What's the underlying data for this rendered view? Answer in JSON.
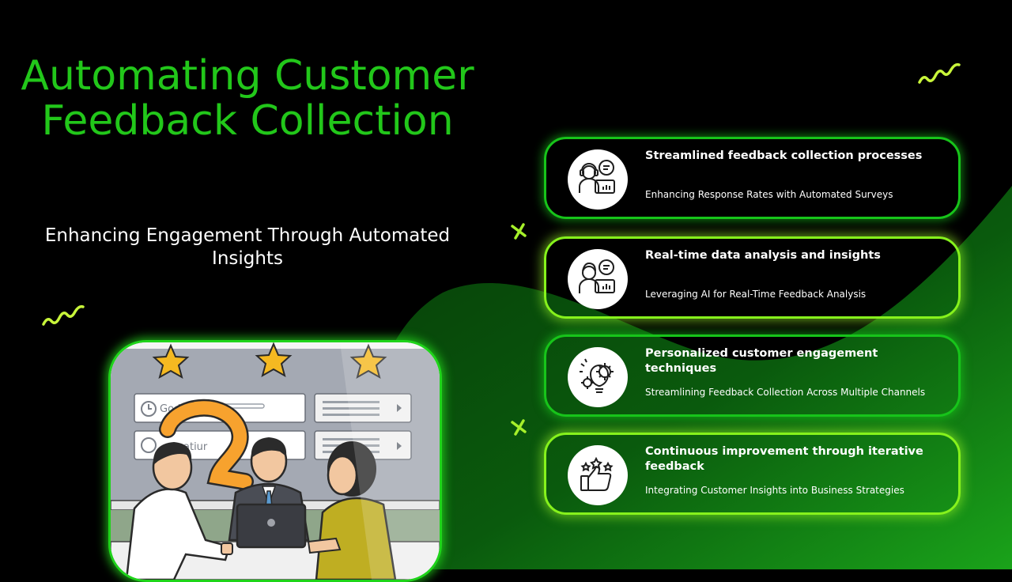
{
  "slide": {
    "title": "Automating Customer Feedback Collection",
    "subtitle": "Enhancing Engagement Through Automated Insights"
  },
  "illustration": {
    "form_row_1_label": "Godlarch",
    "form_row_2_label": "atiur"
  },
  "cards": [
    {
      "title": "Streamlined feedback collection processes",
      "description": "Enhancing Response Rates with Automated Surveys",
      "icon": "support-agent-icon"
    },
    {
      "title": "Real-time data analysis and insights",
      "description": "Leveraging AI for Real-Time Feedback Analysis",
      "icon": "analyst-dashboard-icon"
    },
    {
      "title": "Personalized customer engagement techniques",
      "description": "Streamlining Feedback Collection Across Multiple Channels",
      "icon": "gear-lightbulb-icon"
    },
    {
      "title": "Continuous improvement through iterative feedback",
      "description": "Integrating Customer Insights into Business Strategies",
      "icon": "thumbs-up-stars-icon"
    }
  ],
  "colors": {
    "background": "#000000",
    "title_green": "#22c71a",
    "card_border_green": "#17c41a",
    "card_border_lime": "#86f21c",
    "star_gold": "#f5b921",
    "question_mark_orange": "#f7a22e"
  }
}
